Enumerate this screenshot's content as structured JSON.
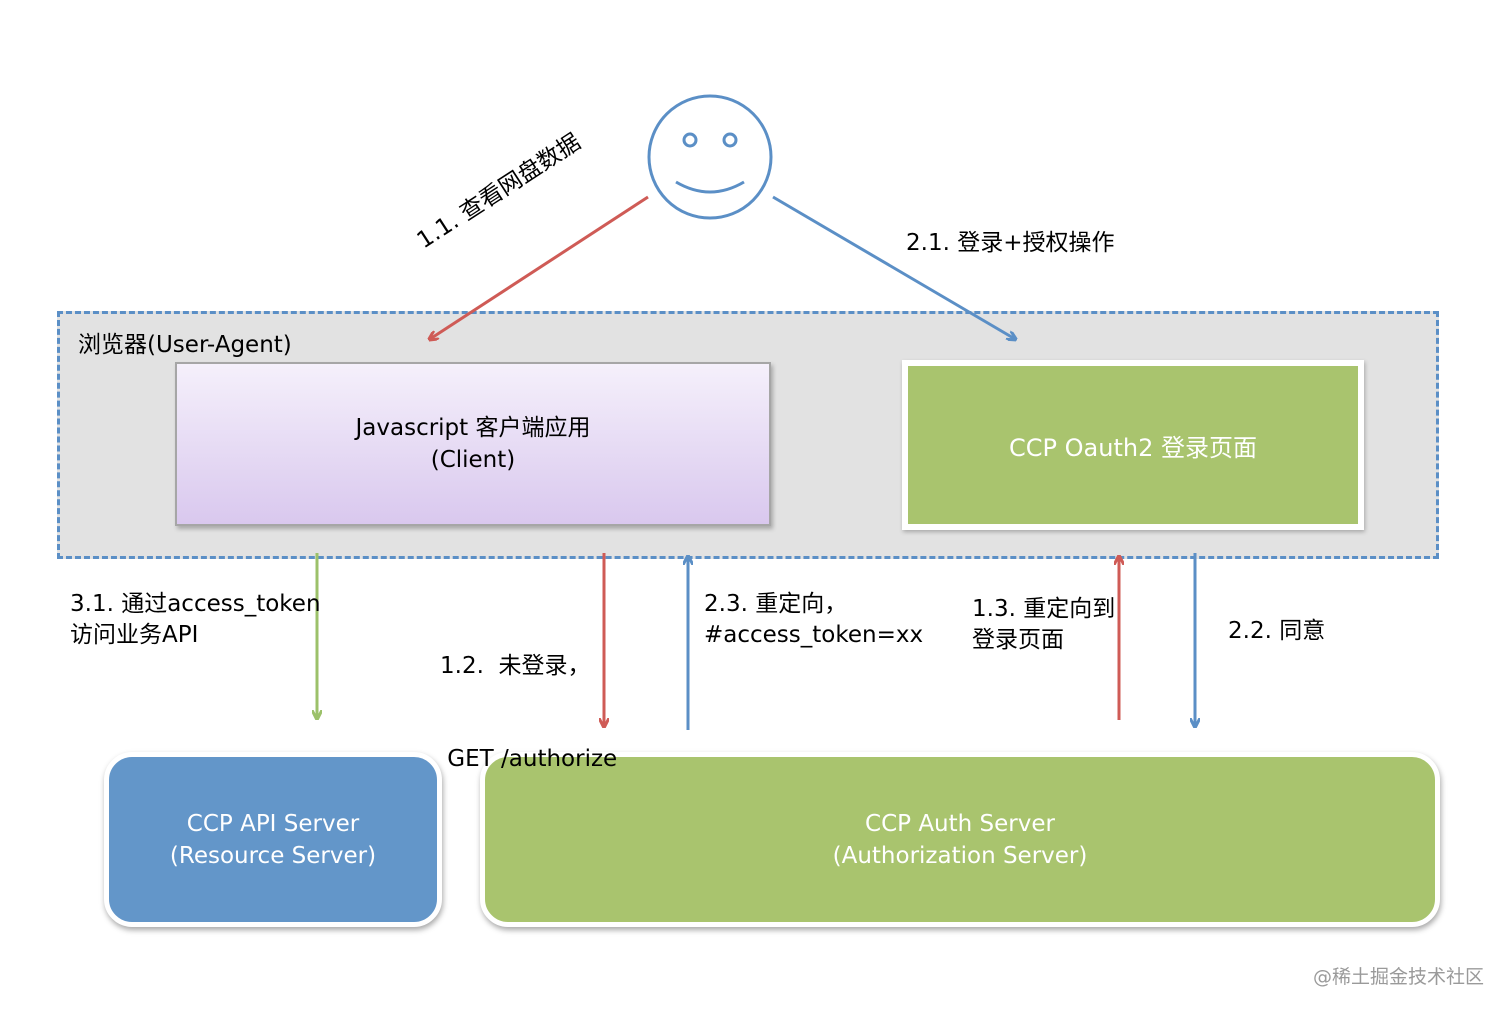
{
  "browser": {
    "label": "浏览器(User-Agent)"
  },
  "client": {
    "line1": "Javascript 客户端应用",
    "line2": "(Client)"
  },
  "login_page": {
    "label": "CCP Oauth2 登录页面"
  },
  "api_server": {
    "line1": "CCP API Server",
    "line2": "(Resource Server)"
  },
  "auth_server": {
    "line1": "CCP Auth Server",
    "line2": "(Authorization Server)"
  },
  "steps": {
    "s1_1": "1.1. 查看网盘数据",
    "s2_1": "2.1. 登录+授权操作",
    "s3_1": {
      "line1": "3.1. 通过access_token",
      "line2": "访问业务API"
    },
    "s1_2": {
      "line1": "1.2.  未登录，",
      "line2": " GET /authorize"
    },
    "s2_3": {
      "line1": "2.3. 重定向，",
      "line2": "#access_token=xx"
    },
    "s1_3": {
      "line1": "1.3. 重定向到",
      "line2": "登录页面"
    },
    "s2_2": "2.2. 同意"
  },
  "watermark": "@稀土掘金技术社区",
  "colors": {
    "red_arrow": "#cf5b56",
    "blue_arrow": "#5b8fc6",
    "green_arrow": "#9cc16a",
    "frame_dash": "#5b8fc6",
    "green_box": "#a9c46e",
    "blue_box": "#6396c9"
  },
  "icons": {
    "user": "smiley-face-icon"
  }
}
